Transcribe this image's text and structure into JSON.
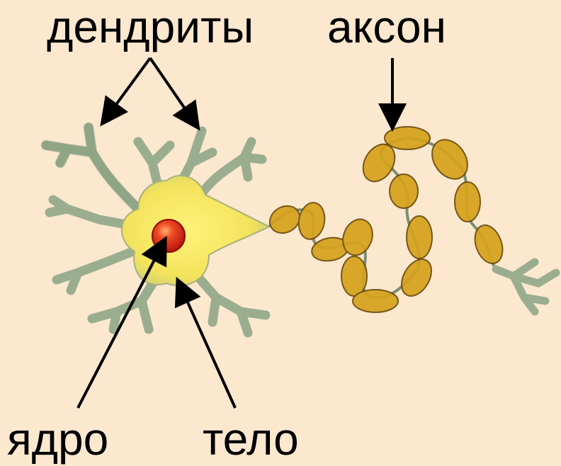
{
  "labels": {
    "dendrites": "дендриты",
    "axon": "аксон",
    "nucleus": "ядро",
    "body": "тело"
  },
  "colors": {
    "background": "#fbe8cf",
    "soma": "#f7ea6a",
    "dendrite": "#9aae8f",
    "myelin": "#d19b1a",
    "nucleus": "#e0261b",
    "arrow": "#000000"
  }
}
